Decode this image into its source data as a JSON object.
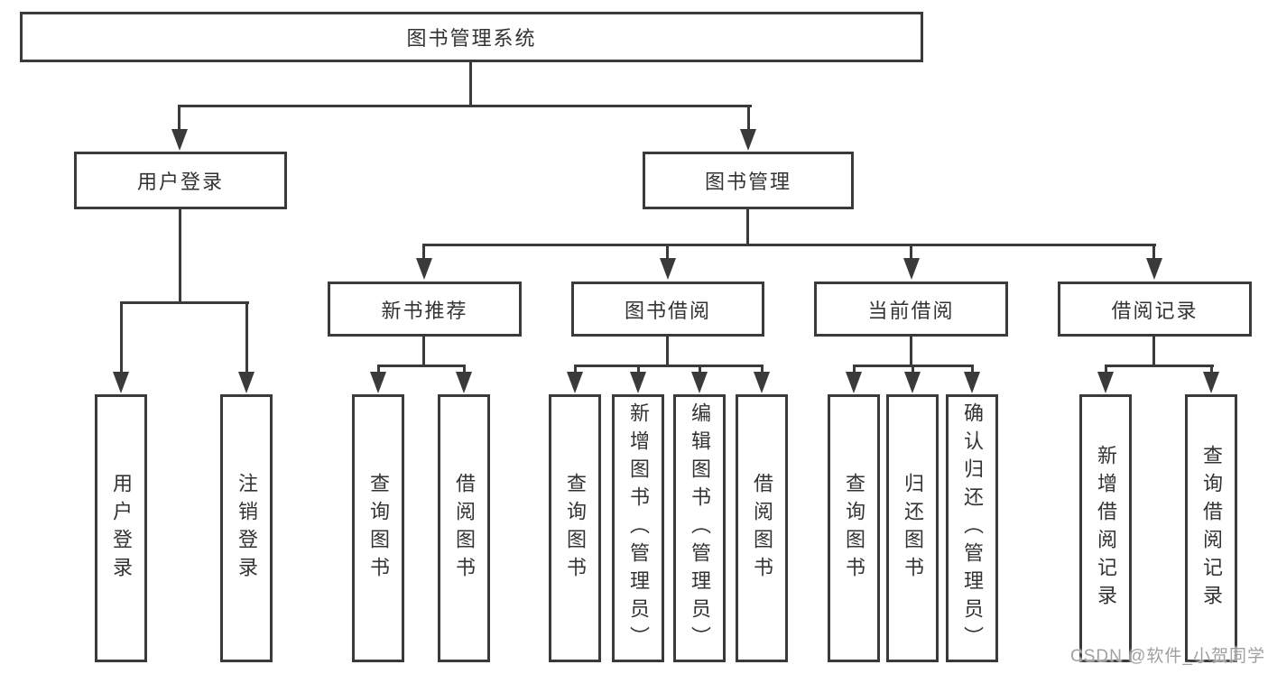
{
  "diagram": {
    "type": "tree",
    "root": {
      "label": "图书管理系统"
    },
    "branches": [
      {
        "label": "用户登录",
        "children": [
          "用户登录",
          "注销登录"
        ]
      },
      {
        "label": "图书管理",
        "children": [
          {
            "label": "新书推荐",
            "children": [
              "查询图书",
              "借阅图书"
            ]
          },
          {
            "label": "图书借阅",
            "children": [
              "查询图书",
              "新增图书（管理员）",
              "编辑图书（管理员）",
              "借阅图书"
            ]
          },
          {
            "label": "当前借阅",
            "children": [
              "查询图书",
              "归还图书",
              "确认归还（管理员）"
            ]
          },
          {
            "label": "借阅记录",
            "children": [
              "新增借阅记录",
              "查询借阅记录"
            ]
          }
        ]
      }
    ],
    "watermark": "CSDN @软件_小贺同学",
    "colors": {
      "line": "#3a3a3a",
      "box_border": "#3a3a3a",
      "text": "#333333",
      "watermark": "#a0a0a0",
      "background": "#ffffff"
    }
  }
}
